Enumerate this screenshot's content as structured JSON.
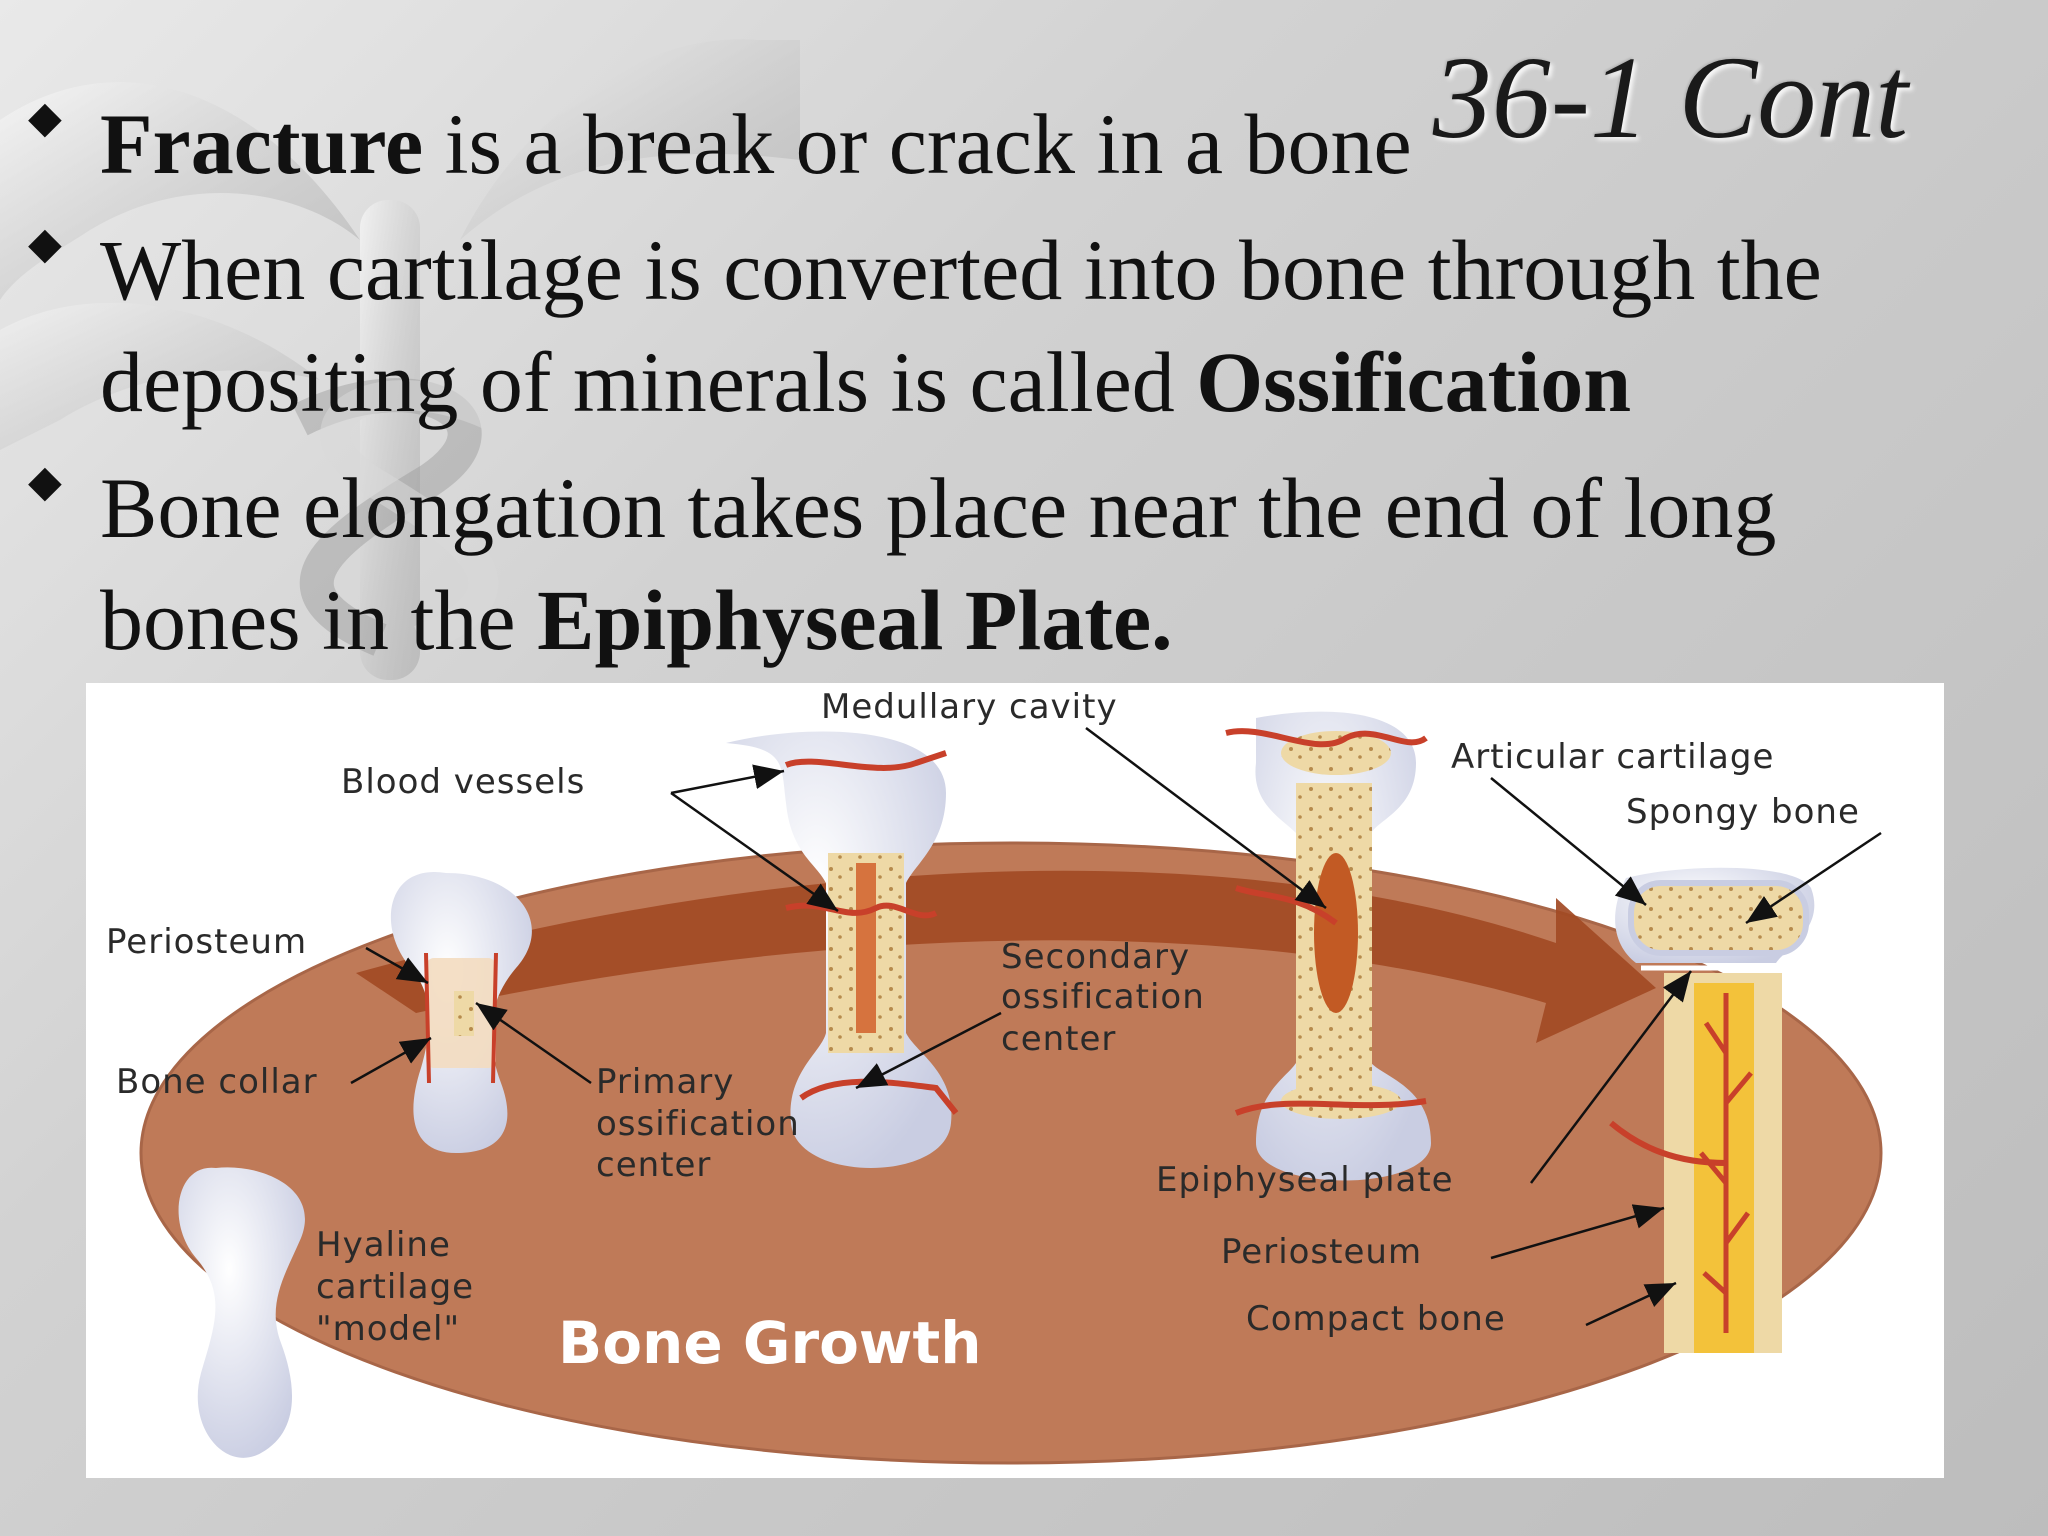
{
  "title": "36-1 Cont",
  "bullets": [
    {
      "bold": "Fracture",
      "text": " is a break or crack in a bone"
    },
    {
      "text": "When cartilage is converted into bone through the depositing of minerals is called ",
      "bold": "Ossification"
    },
    {
      "text": "Bone elongation takes place near the end of long bones in the ",
      "bold": "Epiphyseal Plate."
    }
  ],
  "figure": {
    "caption": "Bone Growth",
    "labels": {
      "medullary_cavity": "Medullary cavity",
      "blood_vessels": "Blood vessels",
      "articular_cartilage": "Articular cartilage",
      "spongy_bone": "Spongy bone",
      "periosteum_left": "Periosteum",
      "secondary_1": "Secondary",
      "secondary_2": "ossification",
      "secondary_3": "center",
      "bone_collar": "Bone collar",
      "primary_1": "Primary",
      "primary_2": "ossification",
      "primary_3": "center",
      "epiphyseal_plate": "Epiphyseal plate",
      "hyaline_1": "Hyaline",
      "hyaline_2": "cartilage",
      "hyaline_3": "\"model\"",
      "periosteum_right": "Periosteum",
      "compact_bone": "Compact bone"
    },
    "colors": {
      "ellipse": "#bf7a58",
      "arrow": "#a24a24",
      "bone": "#f0f2fb",
      "spongy": "#eed9a6",
      "marrow": "#f3c23a",
      "vessel": "#c8402a"
    }
  }
}
